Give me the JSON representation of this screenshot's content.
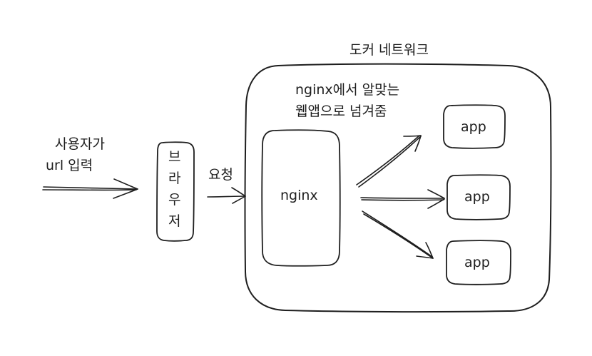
{
  "network": {
    "label": "도커 네트워크"
  },
  "user": {
    "line1": "사용자가",
    "line2": "url 입력"
  },
  "browser": {
    "chars": [
      "브",
      "라",
      "우",
      "저"
    ]
  },
  "request": {
    "label": "요청"
  },
  "nginx": {
    "label": "nginx",
    "note_line1": "nginx에서 알맞는",
    "note_line2": "웹앱으로 넘겨줌"
  },
  "apps": [
    {
      "label": "app"
    },
    {
      "label": "app"
    },
    {
      "label": "app"
    }
  ],
  "colors": {
    "stroke": "#1e1e1e",
    "background": "#ffffff"
  }
}
